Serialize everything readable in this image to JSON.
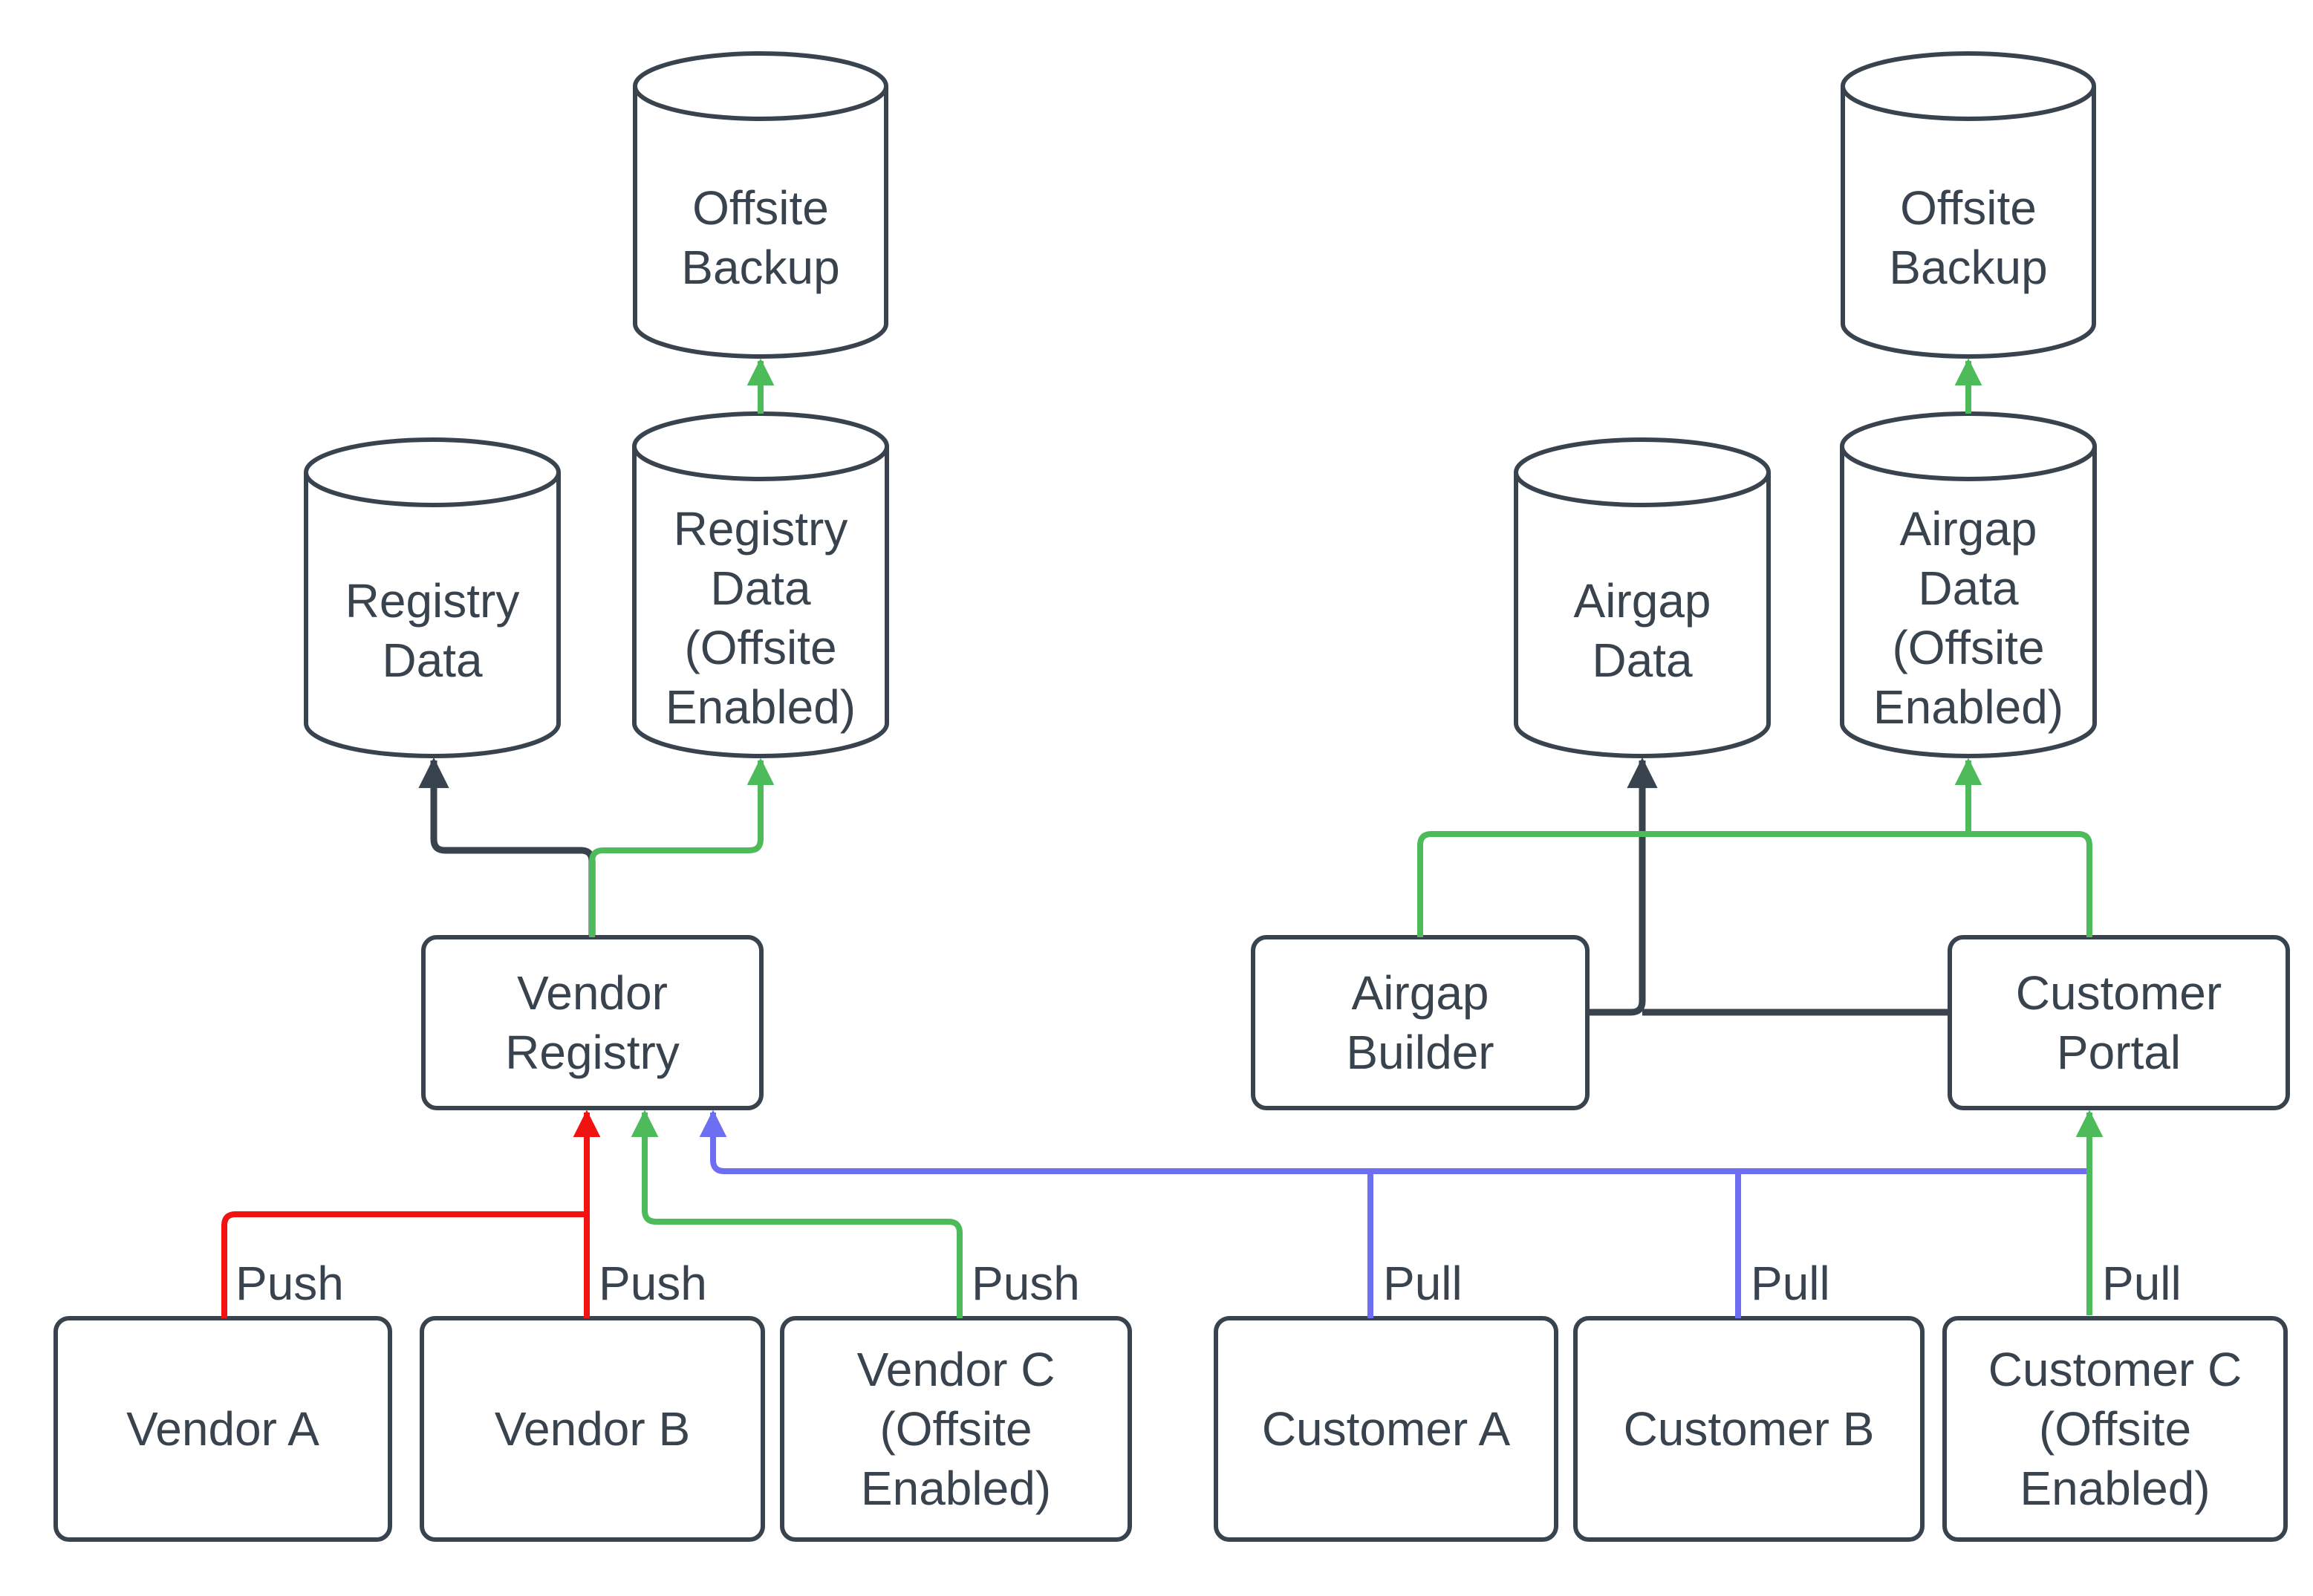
{
  "diagram": {
    "colors": {
      "outline": "#39434E",
      "text": "#39434E",
      "background": "#FFFFFF",
      "push_red": "#F11212",
      "offsite_green": "#4DBB5A",
      "pull_blue": "#6E6EF2",
      "direct_dark": "#39434E"
    },
    "nodes": {
      "offsite_backup_left": "Offsite\nBackup",
      "offsite_backup_right": "Offsite\nBackup",
      "registry_data": "Registry\nData",
      "registry_data_offsite": "Registry\nData\n(Offsite\nEnabled)",
      "airgap_data": "Airgap\nData",
      "airgap_data_offsite": "Airgap\nData\n(Offsite\nEnabled)",
      "vendor_registry": "Vendor\nRegistry",
      "airgap_builder": "Airgap\nBuilder",
      "customer_portal": "Customer\nPortal",
      "vendor_a": "Vendor A",
      "vendor_b": "Vendor B",
      "vendor_c": "Vendor C\n(Offsite\nEnabled)",
      "customer_a": "Customer A",
      "customer_b": "Customer B",
      "customer_c": "Customer C\n(Offsite\nEnabled)"
    },
    "edge_labels": {
      "push_vendor_a": "Push",
      "push_vendor_b": "Push",
      "push_vendor_c": "Push",
      "pull_customer_a": "Pull",
      "pull_customer_b": "Pull",
      "pull_customer_c": "Pull"
    }
  }
}
